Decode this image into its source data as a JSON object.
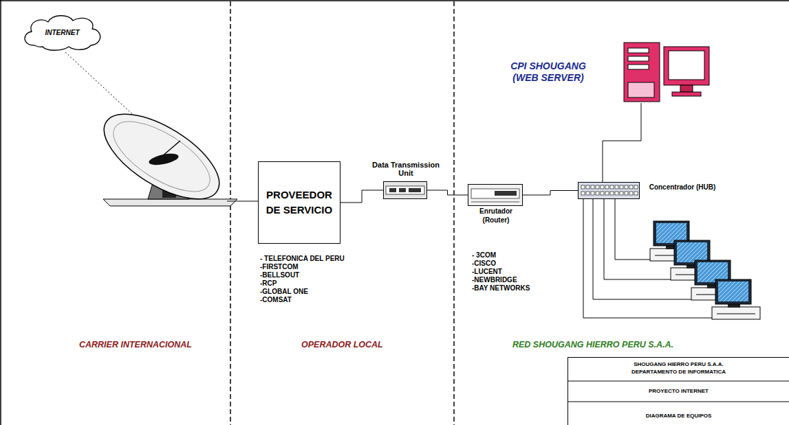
{
  "diagram": {
    "nodes": [
      {
        "text": [
          "INTERNET"
        ]
      },
      {
        "text": [
          "CPI SHOUGANG (WEB SERVER)"
        ]
      },
      {
        "text": [
          "PROVEEDOR DE SERVICIO"
        ]
      },
      {
        "text": [
          "Data Transmission Unit"
        ]
      },
      {
        "text": [
          "Enrutador (Router)"
        ]
      },
      {
        "text": [
          "Concentrador (HUB)"
        ]
      },
      {
        "text": [
          "SHOUGANG HIERRO PERU S.A.A.",
          "DEPARTAMENTO DE INFORMATICA",
          "PROYECTO INTERNET",
          "DIAGRAMA DE EQUIPOS"
        ]
      }
    ],
    "edges": [
      {
        "from": 2,
        "to": 3,
        "arrow": "none"
      },
      {
        "from": 3,
        "to": 4,
        "arrow": "none"
      },
      {
        "from": 4,
        "to": 5,
        "arrow": "none"
      },
      {
        "from": 5,
        "to": 1,
        "arrow": "none"
      }
    ],
    "labels": [
      "- TELEFONICA DEL PERU",
      "-FIRSTCOM",
      "-BELLSOUT",
      "-RCP",
      "-GLOBAL ONE",
      "-COMSAT",
      "- 3COM",
      "-CISCO",
      "-LUCENT",
      "-NEWBRIDGE",
      "-BAY NETWORKS",
      "CARRIER INTERNACIONAL",
      "OPERADOR LOCAL",
      "RED SHOUGANG HIERRO PERU S.A.A."
    ]
  }
}
